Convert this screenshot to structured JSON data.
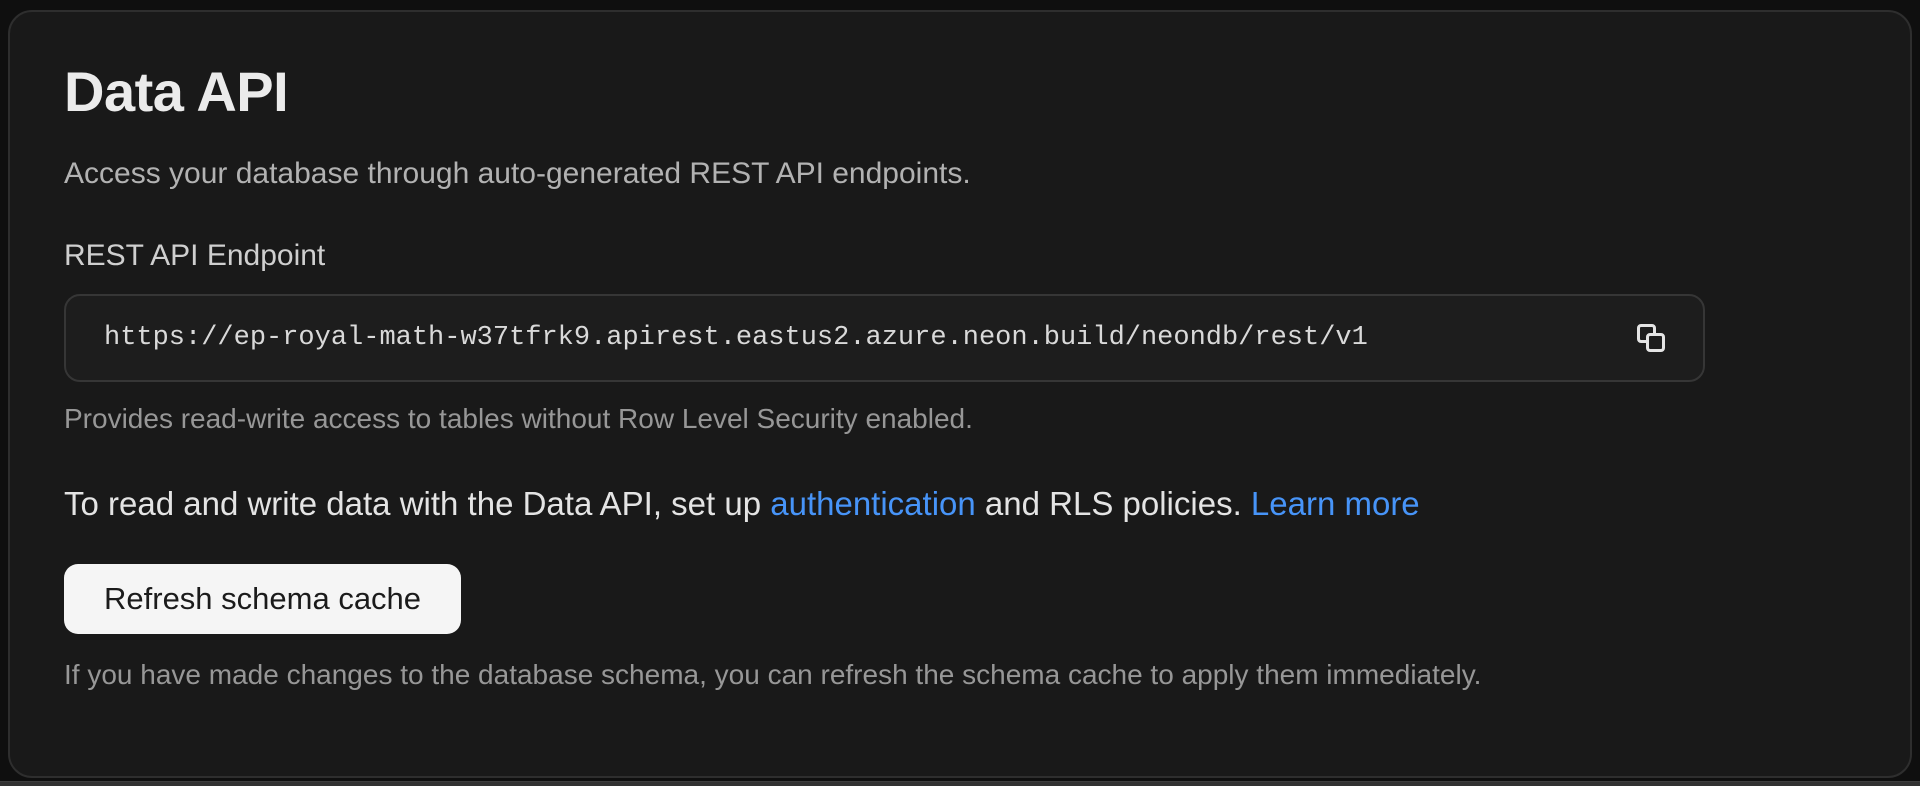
{
  "panel": {
    "title": "Data API",
    "subtitle": "Access your database through auto-generated REST API endpoints.",
    "endpoint": {
      "label": "REST API Endpoint",
      "url": "https://ep-royal-math-w37tfrk9.apirest.eastus2.azure.neon.build/neondb/rest/v1",
      "copy_icon": "copy-icon",
      "help": "Provides read-write access to tables without Row Level Security enabled."
    },
    "rls_note": {
      "text_before": "To read and write data with the Data API, set up ",
      "auth_link": "authentication",
      "text_middle": " and RLS policies. ",
      "learn_more_link": "Learn more"
    },
    "refresh": {
      "button_label": "Refresh schema cache",
      "help": "If you have made changes to the database schema, you can refresh the schema cache to apply them immediately."
    },
    "colors": {
      "panel_bg": "#191919",
      "panel_border": "#2e2e2e",
      "link_blue": "#4794f8",
      "button_bg": "#f5f5f5",
      "button_text": "#1b1b1b",
      "url_box_bg": "#1d1d1d",
      "url_box_border": "#363636"
    }
  }
}
